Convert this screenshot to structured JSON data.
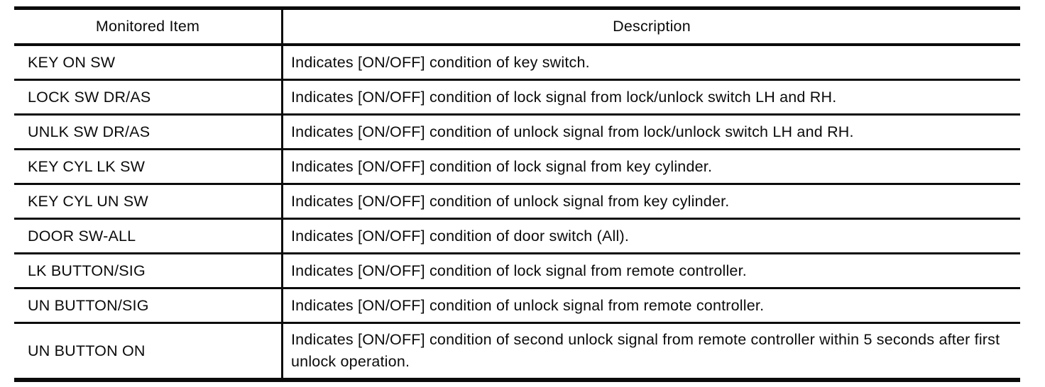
{
  "table": {
    "headers": {
      "monitored_item": "Monitored Item",
      "description": "Description"
    },
    "rows": [
      {
        "item": "KEY ON SW",
        "description": "Indicates [ON/OFF] condition of key switch."
      },
      {
        "item": "LOCK SW DR/AS",
        "description": "Indicates [ON/OFF] condition of lock signal from lock/unlock switch LH and RH."
      },
      {
        "item": "UNLK SW DR/AS",
        "description": "Indicates [ON/OFF] condition of unlock signal from lock/unlock switch LH and RH."
      },
      {
        "item": "KEY CYL LK SW",
        "description": "Indicates [ON/OFF] condition of lock signal from key cylinder."
      },
      {
        "item": "KEY CYL UN SW",
        "description": "Indicates [ON/OFF] condition of unlock signal from key cylinder."
      },
      {
        "item": "DOOR SW-ALL",
        "description": "Indicates [ON/OFF] condition of door switch (All)."
      },
      {
        "item": "LK BUTTON/SIG",
        "description": "Indicates [ON/OFF] condition of lock signal from remote controller."
      },
      {
        "item": "UN BUTTON/SIG",
        "description": "Indicates [ON/OFF] condition of unlock signal from remote controller."
      },
      {
        "item": "UN BUTTON ON",
        "description": "Indicates [ON/OFF] condition of second unlock signal from remote controller within 5 seconds after first unlock operation."
      }
    ]
  },
  "colors": {
    "border": "#0b0b0b",
    "text": "#0b0b0b",
    "background": "#ffffff"
  }
}
